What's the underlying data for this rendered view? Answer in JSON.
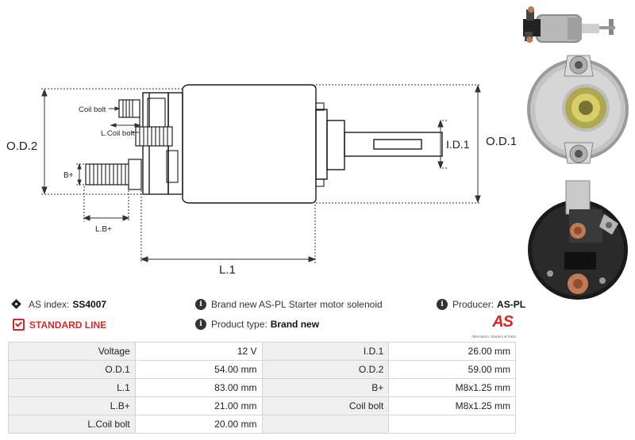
{
  "drawing": {
    "labels": {
      "od2": "O.D.2",
      "od1": "O.D.1",
      "id1": "I.D.1",
      "l1": "L.1",
      "lb_plus": "L.B+",
      "b_plus": "B+",
      "coil_bolt": "Coil bolt",
      "lcoil_bolt": "L.Coil bolt"
    }
  },
  "product": {
    "as_index_label": "AS index:",
    "as_index_value": "SS4007",
    "standard_line": "STANDARD LINE",
    "description": "Brand new AS-PL Starter motor solenoid",
    "product_type_label": "Product type:",
    "product_type_value": "Brand new",
    "producer_label": "Producer:",
    "producer_value": "AS-PL"
  },
  "logo": {
    "mark": "AS",
    "tagline": "Alternators, Starters & Parts"
  },
  "specs": [
    {
      "label": "Voltage",
      "value": "12 V",
      "label2": "I.D.1",
      "value2": "26.00 mm"
    },
    {
      "label": "O.D.1",
      "value": "54.00 mm",
      "label2": "O.D.2",
      "value2": "59.00 mm"
    },
    {
      "label": "L.1",
      "value": "83.00 mm",
      "label2": "B+",
      "value2": "M8x1.25 mm"
    },
    {
      "label": "L.B+",
      "value": "21.00 mm",
      "label2": "Coil bolt",
      "value2": "M8x1.25 mm"
    },
    {
      "label": "L.Coil bolt",
      "value": "20.00 mm",
      "label2": "",
      "value2": ""
    }
  ],
  "colors": {
    "accent": "#d02828",
    "label_bg": "#efefef",
    "border": "#d4d4d4"
  }
}
